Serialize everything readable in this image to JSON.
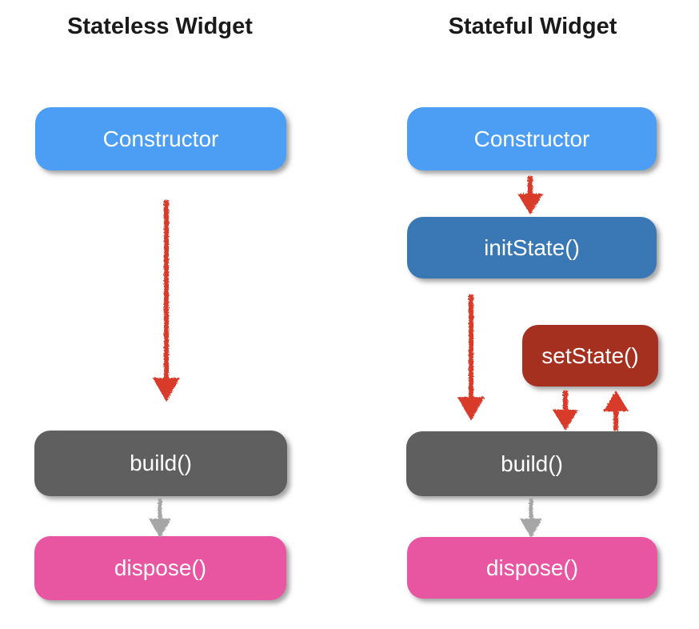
{
  "left_panel": {
    "title": "Stateless Widget",
    "nodes": {
      "constructor": "Constructor",
      "build": "build()",
      "dispose": "dispose()"
    }
  },
  "right_panel": {
    "title": "Stateful Widget",
    "nodes": {
      "constructor": "Constructor",
      "init_state": "initState()",
      "set_state": "setState()",
      "build": "build()",
      "dispose": "dispose()"
    }
  },
  "colors": {
    "constructor_box": "#4C9EF5",
    "init_state_box": "#3A77B5",
    "set_state_box": "#A53020",
    "build_box": "#5F5F5F",
    "dispose_box": "#E855A0",
    "arrow_red": "#D93A2B",
    "arrow_gray": "#A6A6A6",
    "title_text": "#1A1A1A",
    "box_text": "#FFFFFF"
  }
}
